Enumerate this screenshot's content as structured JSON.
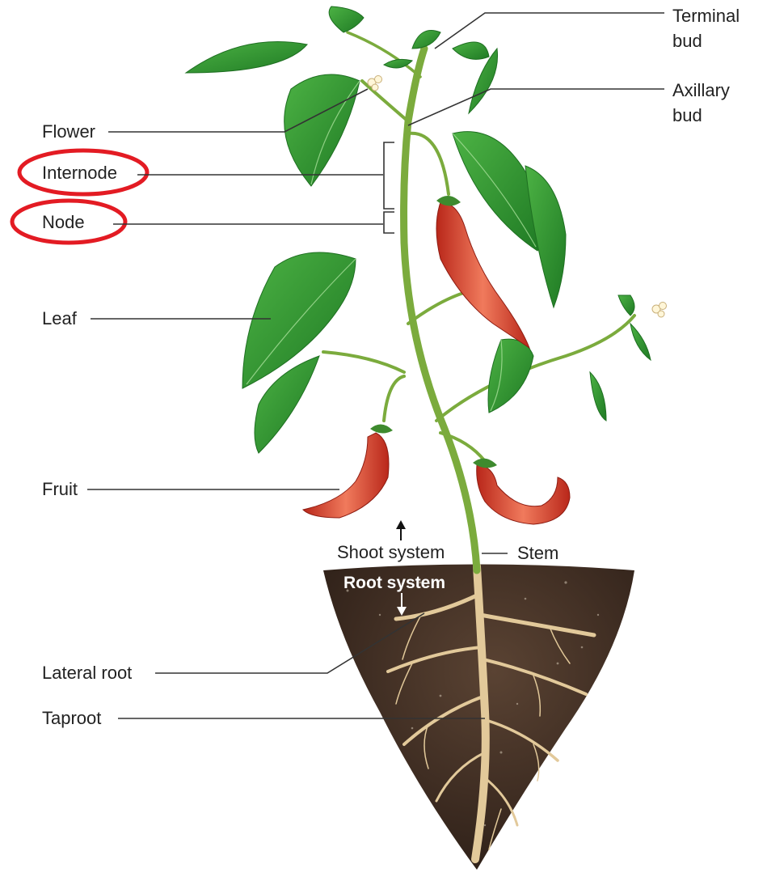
{
  "labels": {
    "terminal_bud": "Terminal\nbud",
    "axillary_bud": "Axillary\nbud",
    "flower": "Flower",
    "internode": "Internode",
    "node": "Node",
    "leaf": "Leaf",
    "fruit": "Fruit",
    "shoot_system": "Shoot system",
    "stem": "Stem",
    "root_system": "Root system",
    "lateral_root": "Lateral root",
    "taproot": "Taproot"
  },
  "colors": {
    "highlight_circle": "#e31b23",
    "leaf": "#2f9a2f",
    "leaf_dark": "#1e6f21",
    "stem": "#7bab3d",
    "fruit": "#d8452e",
    "soil": "#3b2a20",
    "root": "#e2c99a",
    "leader_line": "#333333"
  },
  "highlighted": [
    "internode",
    "node"
  ]
}
